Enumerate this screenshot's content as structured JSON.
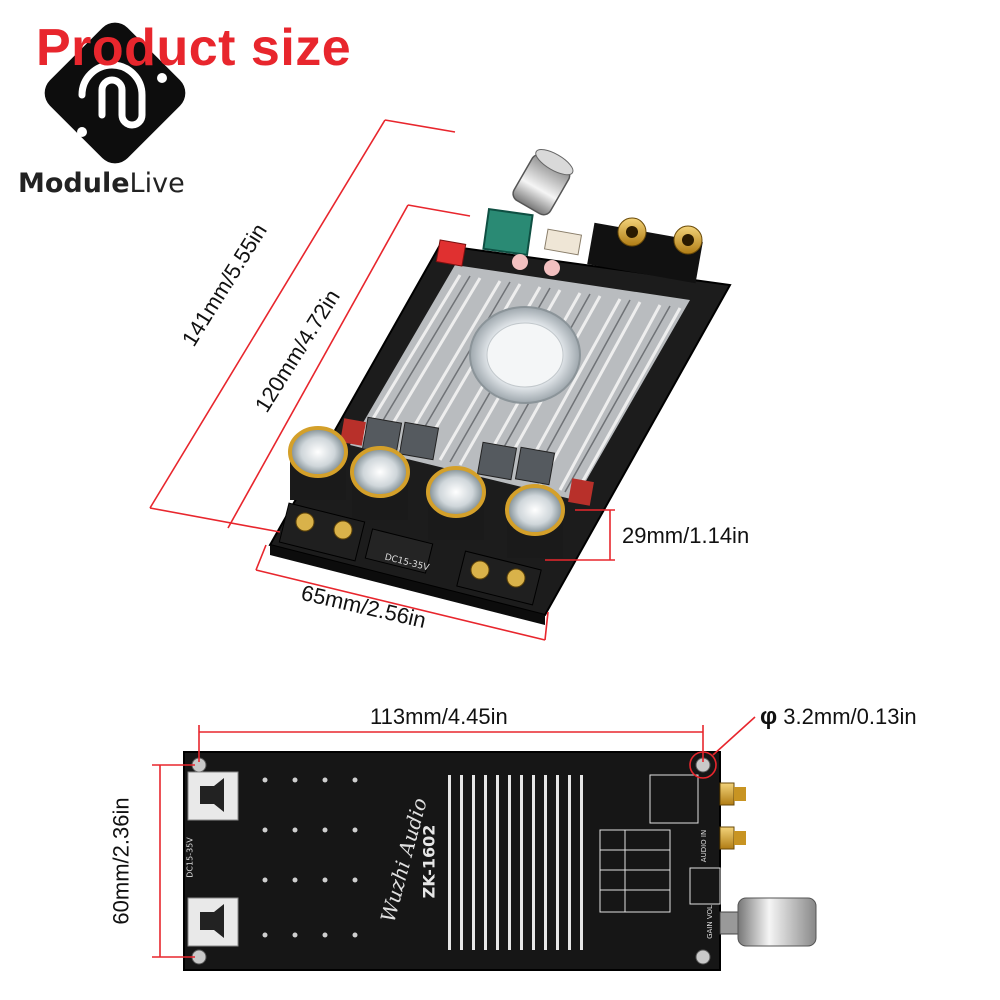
{
  "header": {
    "title": "Product size",
    "logo_text_bold": "Module",
    "logo_text_regular": "Live"
  },
  "top_view": {
    "dim_total_length": "141mm/5.55in",
    "dim_board_length": "120mm/4.72in",
    "dim_height": "29mm/1.14in",
    "dim_width": "65mm/2.56in",
    "board_label": "DC15-35V"
  },
  "bottom_view": {
    "dim_hole_spacing": "113mm/4.45in",
    "dim_width": "60mm/2.36in",
    "dim_hole_symbol": "φ",
    "dim_hole_diameter": "3.2mm/0.13in",
    "brand_script": "Wuzhi Audio",
    "model": "ZK-1602",
    "label_power": "DC15-35V",
    "label_audio_in": "AUDIO IN",
    "label_vol": "GAIN VOL"
  },
  "colors": {
    "title_red": "#e8262d",
    "dimension_line": "#e8262d",
    "pcb_black": "#1a1a1a",
    "gold": "#d4a02a"
  }
}
